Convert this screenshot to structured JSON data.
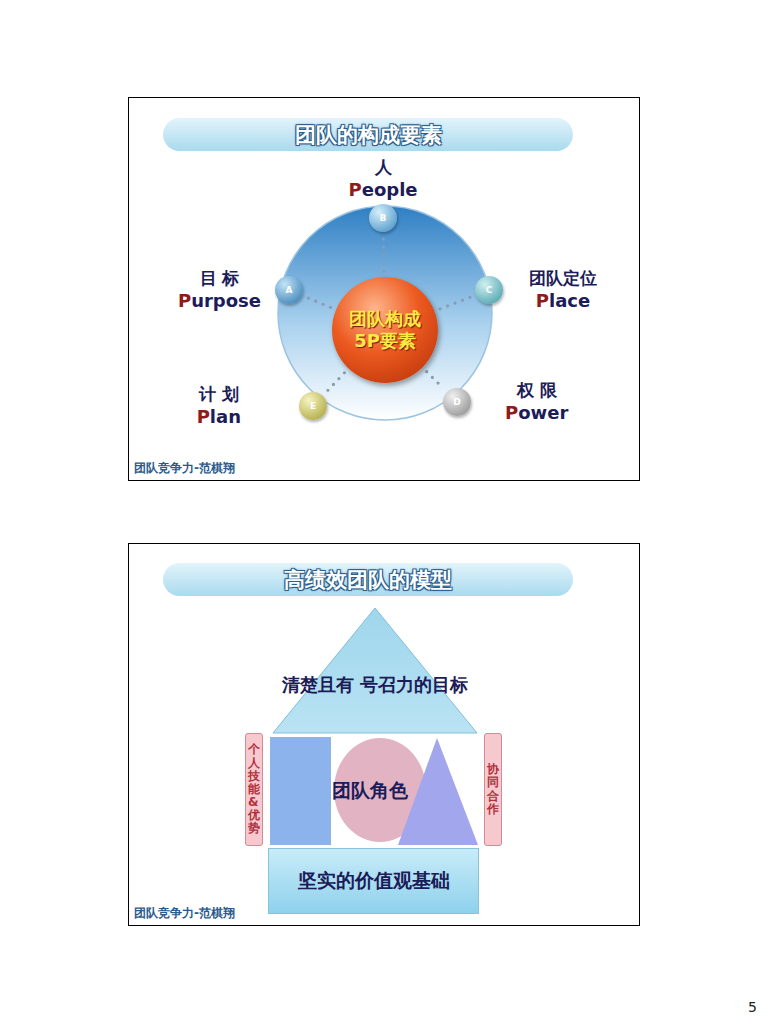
{
  "diagram": {
    "nodes": [
      {
        "text": [
          "团队竞争力-范棋翔"
        ]
      },
      {
        "text": [
          "团队的构成要素"
        ],
        "in": 0
      },
      {
        "text": [
          "团队构成 5P要素"
        ],
        "in": 0
      },
      {
        "text": [
          "B",
          "人",
          "People"
        ],
        "in": 0
      },
      {
        "text": [
          "A",
          "目 标",
          "Purpose"
        ],
        "in": 0
      },
      {
        "text": [
          "C",
          "团队定位",
          "Place"
        ],
        "in": 0
      },
      {
        "text": [
          "E",
          "计 划",
          "Plan"
        ],
        "in": 0
      },
      {
        "text": [
          "D",
          "权 限",
          "Power"
        ],
        "in": 0
      },
      {
        "text": [
          "团队竞争力-范棋翔"
        ]
      },
      {
        "text": [
          "高绩效团队的模型"
        ],
        "in": 8
      },
      {
        "text": [
          "清楚且有 号召力的目标"
        ],
        "in": 8
      },
      {
        "text": [
          "个人技能&优势"
        ],
        "in": 8
      },
      {
        "text": [
          "团队角色"
        ],
        "in": 8
      },
      {
        "text": [
          "协同合作"
        ],
        "in": 8
      },
      {
        "text": [
          "坚实的价值观基础"
        ],
        "in": 8
      }
    ],
    "edges": [
      {
        "from": 2,
        "to": 3,
        "arrow": "none"
      },
      {
        "from": 2,
        "to": 4,
        "arrow": "none"
      },
      {
        "from": 2,
        "to": 5,
        "arrow": "none"
      },
      {
        "from": 2,
        "to": 6,
        "arrow": "none"
      },
      {
        "from": 2,
        "to": 7,
        "arrow": "none"
      }
    ],
    "labels": [
      "5"
    ]
  }
}
